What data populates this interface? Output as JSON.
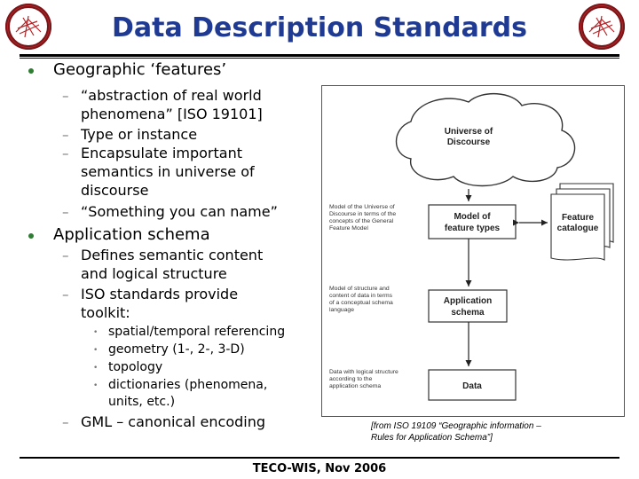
{
  "slide": {
    "title": "Data Description Standards",
    "footer": "TECO-WIS, Nov 2006",
    "logos": [
      "university-seal-icon",
      "university-seal-icon"
    ]
  },
  "bullets": {
    "b1": "Geographic ‘features’",
    "b1_sub1_line1": "“abstraction of real world",
    "b1_sub1_line2": "phenomena” [ISO 19101]",
    "b1_sub2": "Type or instance",
    "b1_sub3_line1": "Encapsulate important",
    "b1_sub3_line2": "semantics in universe of",
    "b1_sub3_line3": "discourse",
    "b1_sub4": "“Something you can name”",
    "b2": "Application schema",
    "b2_sub1_line1": "Defines semantic content",
    "b2_sub1_line2": "and logical structure",
    "b2_sub2_line1": "ISO standards provide",
    "b2_sub2_line2": "toolkit:",
    "b2_sub2_items": [
      "spatial/temporal referencing",
      "geometry (1-, 2-, 3-D)",
      "topology",
      "dictionaries (phenomena,"
    ],
    "b2_sub2_item4_cont": "units, etc.)",
    "b2_sub3": "GML – canonical encoding"
  },
  "diagram": {
    "universe_line1": "Universe of",
    "universe_line2": "Discourse",
    "model_line1": "Model of",
    "model_line2": "feature types",
    "catalogue_line1": "Feature",
    "catalogue_line2": "catalogue",
    "appschema_line1": "Application",
    "appschema_line2": "schema",
    "data": "Data",
    "note1": [
      "Model of the Universe of",
      "Discourse in terms of the",
      "concepts of the General",
      "Feature Model"
    ],
    "note2": [
      "Model of structure and",
      "content of data in terms",
      "of a conceptual schema",
      "language"
    ],
    "note3": [
      "Data with logical structure",
      "according to the",
      "application schema"
    ]
  },
  "caption": {
    "line1": "[from ISO 19109 “Geographic information –",
    "line2": "Rules for Application Schema”]"
  }
}
